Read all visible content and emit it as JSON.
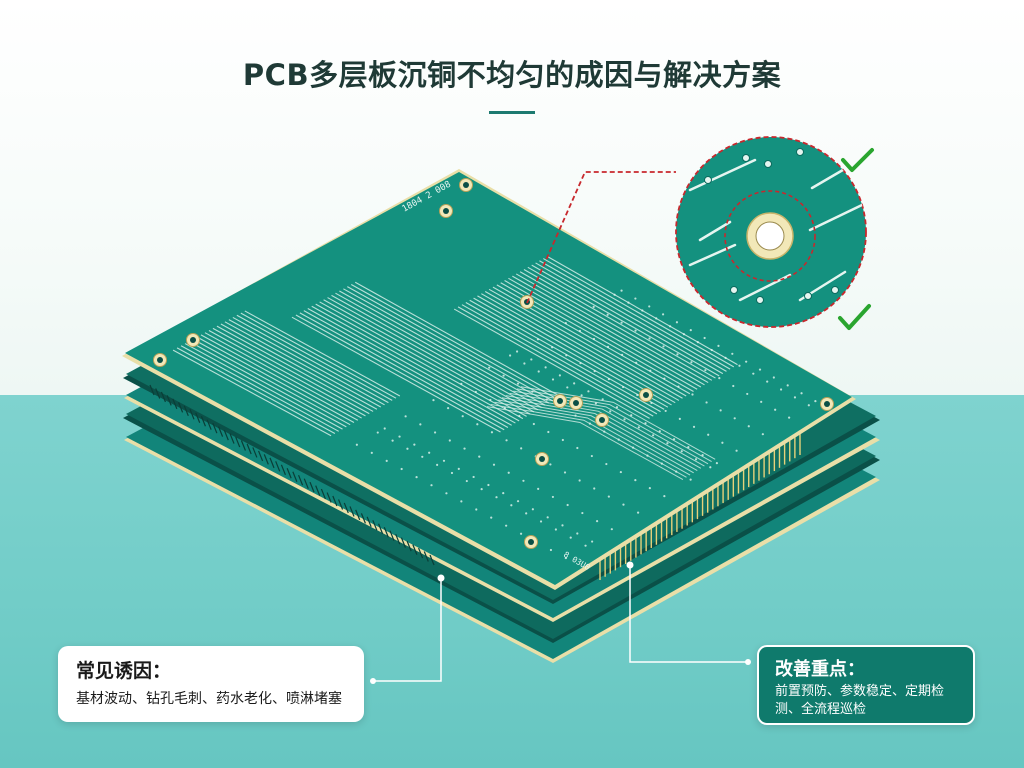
{
  "title": "PCB多层板沉铜不均匀的成因与解决方案",
  "board": {
    "label_top": "1804 2 008",
    "label_bottom": "8 03U0"
  },
  "callout_left": {
    "title": "常见诱因：",
    "body": "基材波动、钻孔毛刺、药水老化、喷淋堵塞"
  },
  "callout_right": {
    "title": "改善重点：",
    "body": "前置预防、参数稳定、定期检测、全流程巡检"
  },
  "colors": {
    "board_green": "#14917f",
    "board_dark": "#0c6b5e",
    "board_edge": "#e9dfa8",
    "accent": "#1d7a70",
    "dashed_red": "#c7282d",
    "check_green": "#2aa52f",
    "card_right_bg": "#0f7a6c"
  },
  "icons": [
    "check-icon",
    "check-icon"
  ]
}
